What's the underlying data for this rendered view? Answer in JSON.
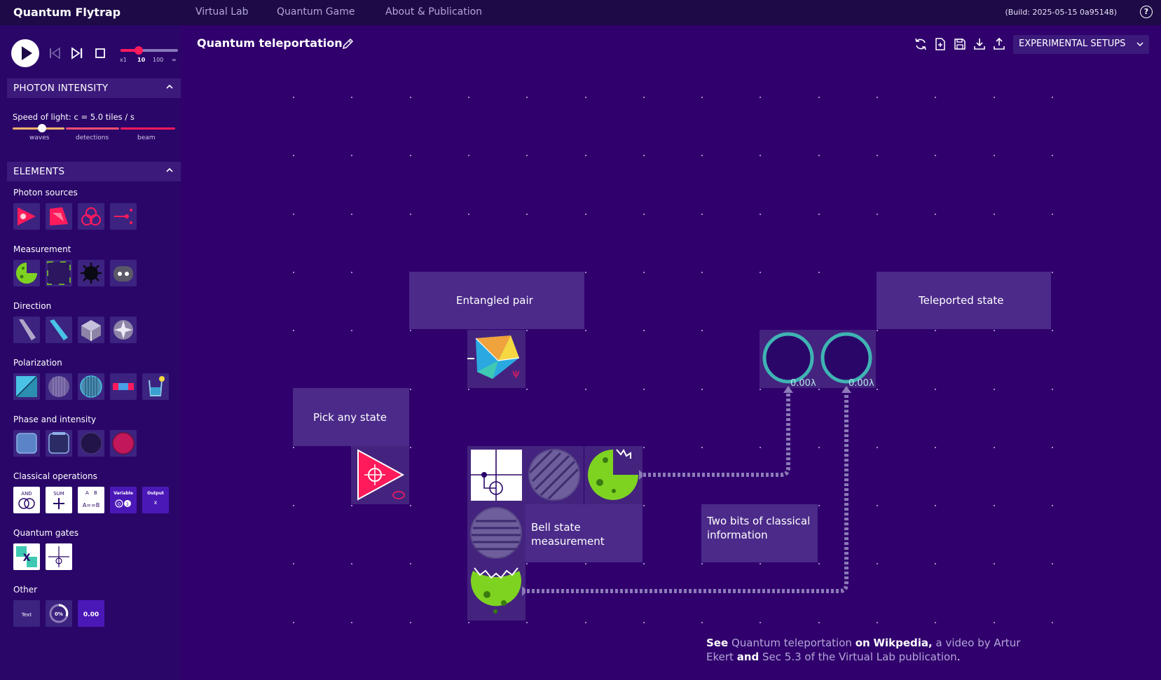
{
  "nav": {
    "brand": "Quantum Flytrap",
    "links": [
      "Virtual Lab",
      "Quantum Game",
      "About & Publication"
    ],
    "build": "(Build: 2025-05-15 0a95148)",
    "help": "?"
  },
  "controls": {
    "speed_ticks": [
      "x1",
      "10",
      "100",
      "∞"
    ],
    "speed_level": 0.3
  },
  "photon_intensity": {
    "header": "PHOTON INTENSITY",
    "speed_label": "Speed of light: c = 5.0 tiles / s",
    "ticks": [
      "waves",
      "detections",
      "beam"
    ]
  },
  "elements": {
    "header": "ELEMENTS",
    "categories": [
      {
        "name": "Photon sources",
        "items": [
          "laser-icon",
          "polarized-laser-icon",
          "entangled-source-icon",
          "photon-pair-icon"
        ]
      },
      {
        "name": "Measurement",
        "items": [
          "detector-icon",
          "rock-icon",
          "mine-icon",
          "cat-icon"
        ]
      },
      {
        "name": "Direction",
        "items": [
          "mirror-icon",
          "beam-splitter-icon",
          "polarizing-beam-splitter-icon",
          "corner-cube-icon"
        ]
      },
      {
        "name": "Polarization",
        "items": [
          "quarter-wave-plate-icon",
          "polarizer-icon",
          "wave-plate-icon",
          "faraday-rotator-icon",
          "sugar-solution-icon"
        ]
      },
      {
        "name": "Phase and intensity",
        "items": [
          "glass-icon",
          "phase-shifter-icon",
          "absorber-icon",
          "vacuum-jar-icon"
        ]
      },
      {
        "name": "Classical operations",
        "items": [
          "and-gate-icon",
          "sum-icon",
          "comparator-icon",
          "variable-icon",
          "output-icon"
        ]
      },
      {
        "name": "Quantum gates",
        "items": [
          "x-gate-icon",
          "cnot-gate-icon"
        ]
      },
      {
        "name": "Other",
        "items": [
          "text-icon",
          "counter-icon",
          "value-display-icon"
        ]
      }
    ],
    "tile_text": {
      "and": "AND",
      "sum": "SUM",
      "comp_a": "A",
      "comp_b": "B",
      "comp_eq": "A==B",
      "variable": "Variable",
      "var_0": "0",
      "var_1": "1",
      "output": "Output",
      "output_x": "x",
      "text": "Text",
      "percent": "0%",
      "value": "0.00"
    }
  },
  "experiment": {
    "title": "Quantum teleportation",
    "setups_button": "EXPERIMENTAL SETUPS",
    "labels": {
      "entangled": "Entangled pair",
      "teleported": "Teleported state",
      "pick": "Pick any state",
      "bell": "Bell state measurement",
      "bits": "Two bits of classical information"
    },
    "detector_readouts": [
      "0.00λ",
      "0.00λ"
    ],
    "psi": "ψ"
  },
  "footer": {
    "see": "See",
    "wiki_link": "Quantum teleportation",
    "on": "on",
    "wiki": "Wikpedia,",
    "video": "a video by Artur Ekert",
    "and": "and",
    "sec": "Sec 5.3 of the Virtual Lab publication",
    "dot": "."
  },
  "colors": {
    "background": "#30006d",
    "sidebar": "#2a0669",
    "accent": "#ff1a5c",
    "detector_green": "#7ed321",
    "teal": "#3fb3b3"
  }
}
